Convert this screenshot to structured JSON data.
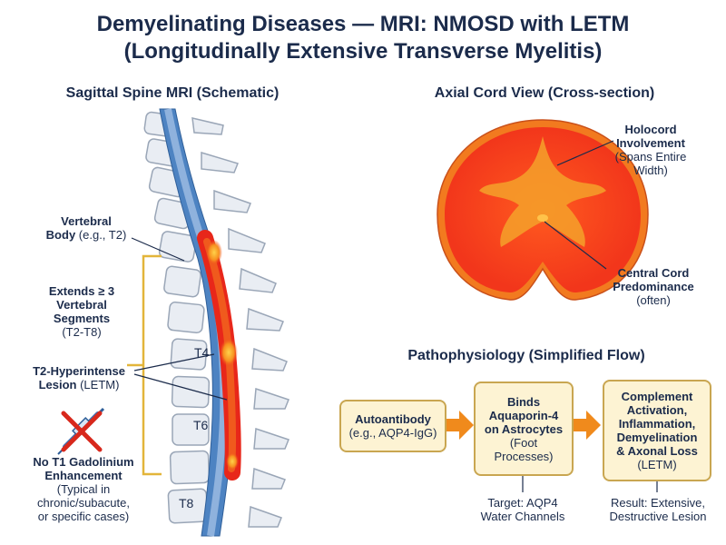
{
  "title": {
    "line1": "Demyelinating Diseases — MRI: NMOSD with LETM",
    "line2": "(Longitudinally Extensive Transverse Myelitis)"
  },
  "sagittal": {
    "heading": "Sagittal Spine MRI (Schematic)",
    "vertebral_body": {
      "bold1": "Vertebral",
      "bold2": "Body",
      "normal": "(e.g., T2)"
    },
    "extends": {
      "l1": "Extends ≥ 3",
      "l2": "Vertebral",
      "l3": "Segments",
      "normal": "(T2-T8)"
    },
    "lesion": {
      "bold": "T2-Hyperintense",
      "bold2": "Lesion",
      "normal": "(LETM)"
    },
    "no_gad": {
      "l1": "No T1 Gadolinium",
      "l2": "Enhancement",
      "n1": "(Typical in",
      "n2": "chronic/subacute,",
      "n3": "or specific cases)"
    },
    "levels": [
      "T4",
      "T6",
      "T8"
    ]
  },
  "axial": {
    "heading": "Axial Cord View (Cross-section)",
    "holocord": {
      "l1": "Holocord",
      "l2": "Involvement",
      "n1": "(Spans Entire",
      "n2": "Width)"
    },
    "central": {
      "l1": "Central Cord",
      "l2": "Predominance",
      "n1": "(often)"
    }
  },
  "patho": {
    "heading": "Pathophysiology (Simplified Flow)",
    "box1": {
      "bold": "Autoantibody",
      "normal": "(e.g., AQP4-IgG)"
    },
    "box2": {
      "b1": "Binds",
      "b2": "Aquaporin-4",
      "b3": "on Astrocytes",
      "n1": "(Foot",
      "n2": "Processes)"
    },
    "box3": {
      "b1": "Complement",
      "b2": "Activation,",
      "b3": "Inflammation,",
      "b4": "Demyelination",
      "b5": "& Axonal Loss",
      "n1": "(LETM)"
    },
    "target": {
      "l1": "Target: AQP4",
      "l2": "Water Channels"
    },
    "result": {
      "l1": "Result: Extensive,",
      "l2": "Destructive Lesion"
    }
  },
  "colors": {
    "navy": "#1b2b4b",
    "lesion_red": "#e8271a",
    "lesion_orange": "#f59a23",
    "bracket_gold": "#e3b53a",
    "csf_blue": "#4d83c2",
    "box_fill": "#fdf3d3",
    "arrow_orange": "#f08a1c"
  }
}
